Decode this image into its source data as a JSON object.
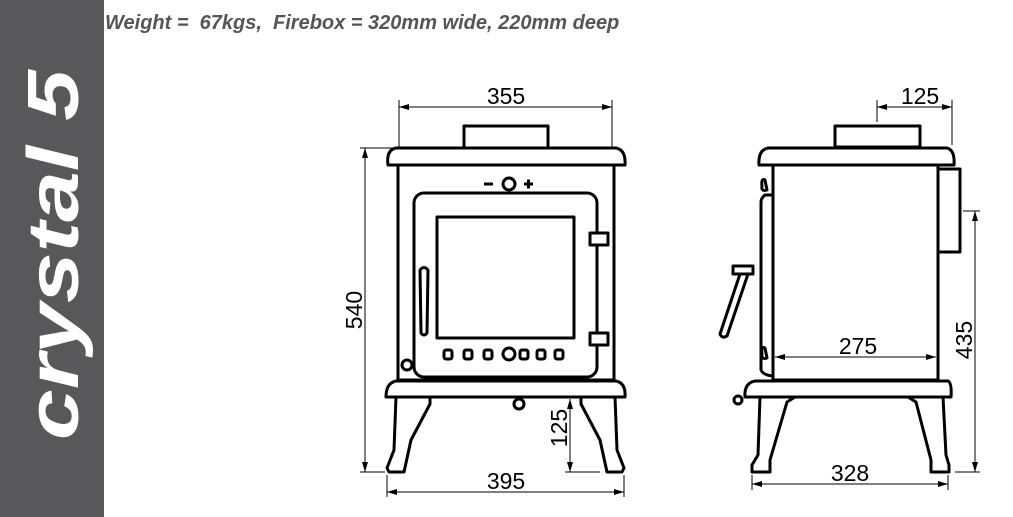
{
  "sidebar": {
    "model_name": "crystal 5",
    "color": "#58585a"
  },
  "header": {
    "spec_text": "Weight =  67kgs,  Firebox = 320mm wide, 220mm deep"
  },
  "front_view": {
    "dimensions": {
      "top_width": "355",
      "height": "540",
      "base_width": "395",
      "leg_height": "125"
    }
  },
  "side_view": {
    "dimensions": {
      "flue_offset": "125",
      "body_depth": "275",
      "rear_height": "435",
      "base_depth": "328"
    }
  }
}
